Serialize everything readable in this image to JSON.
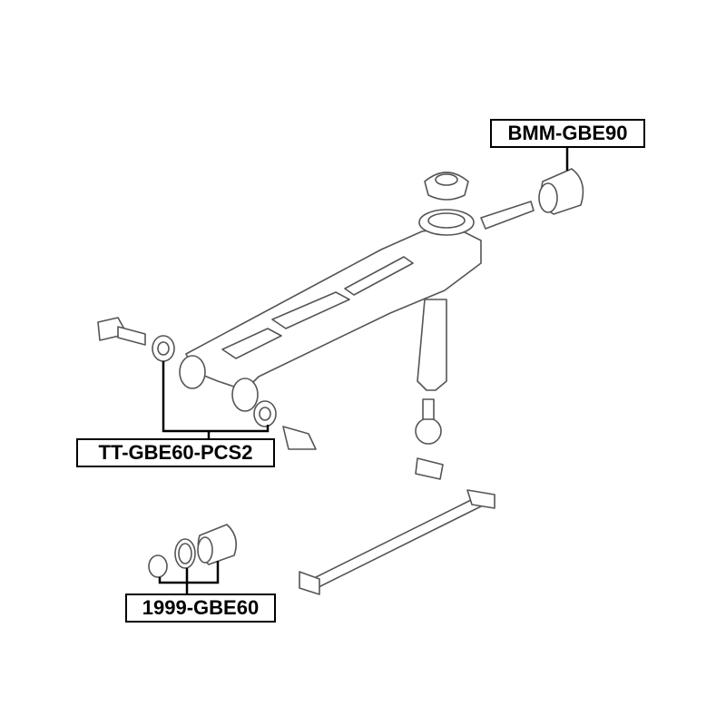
{
  "diagram": {
    "labels": {
      "bushing_top": "BMM-GBE90",
      "bushing_left": "TT-GBE60-PCS2",
      "bushing_bottom": "1999-GBE60"
    },
    "colors": {
      "line": "#000000",
      "part_stroke": "#555555",
      "part_fill": "#ffffff"
    }
  }
}
